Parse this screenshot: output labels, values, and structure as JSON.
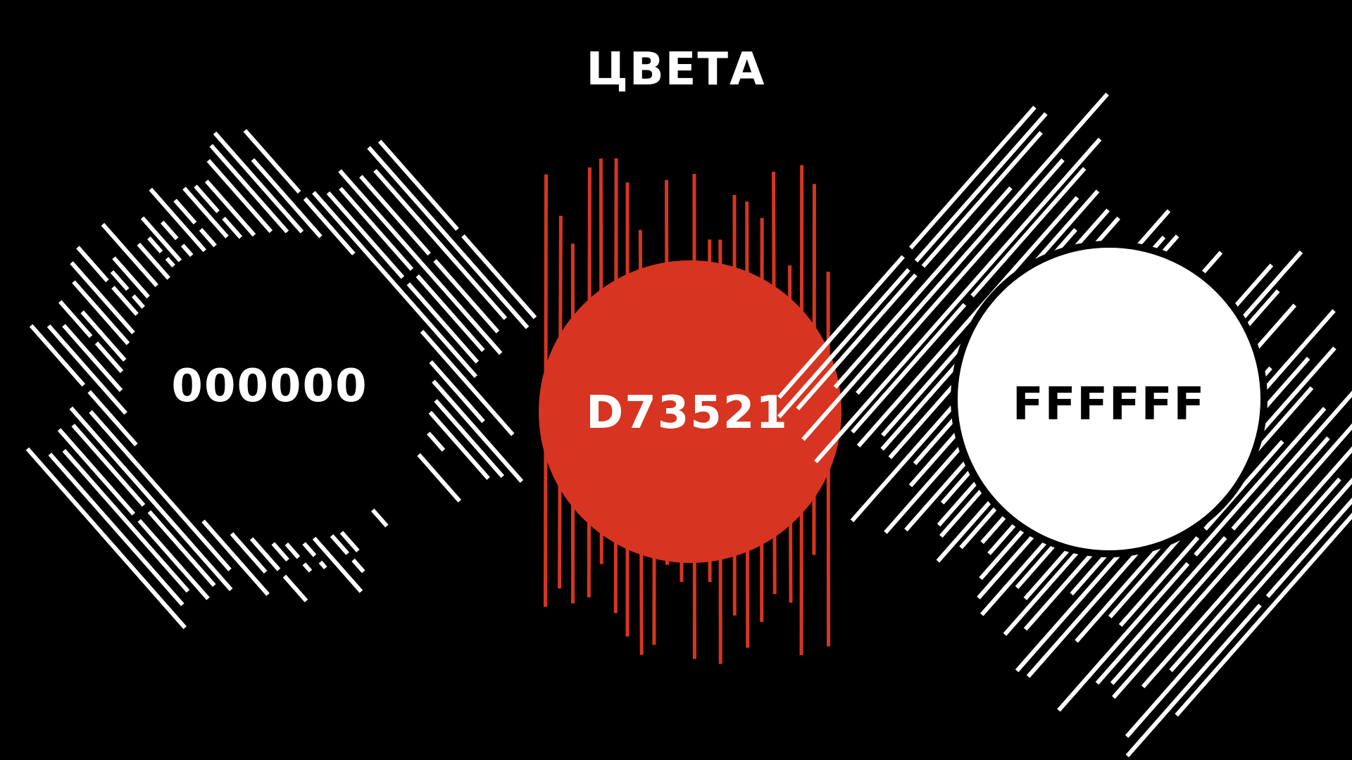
{
  "title": "ЦВЕТА",
  "swatches": [
    {
      "label": "000000",
      "fill": "#000000",
      "stroke": "#ffffff",
      "text_color": "#ffffff"
    },
    {
      "label": "D73521",
      "fill": "#D73521",
      "stroke": "#D73521",
      "text_color": "#ffffff"
    },
    {
      "label": "FFFFFF",
      "fill": "#FFFFFF",
      "stroke": "#ffffff",
      "text_color": "#000000"
    }
  ],
  "colors": {
    "background": "#000000"
  }
}
